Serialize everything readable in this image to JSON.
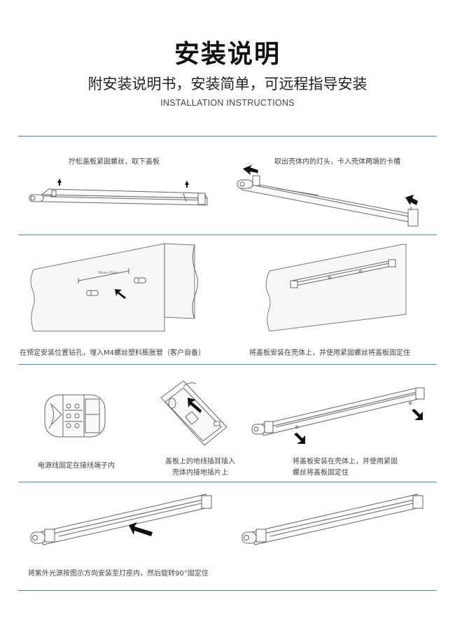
{
  "header": {
    "title": "安装说明",
    "subtitle": "附安装说明书，安装简单，可远程指导安装",
    "en_title": "INSTALLATION INSTRUCTIONS"
  },
  "steps": {
    "s1": "拧松盖板紧固螺丝，取下盖板",
    "s2": "取出壳体内的灯头，卡入壳体两端的卡槽",
    "s3": "在预定安装位置钻孔，埋入M4螺丝塑料膨胀管（客户自备）",
    "s4": "将盖板安装在壳体上，并使用紧固螺丝将盖板固定住",
    "s5": "电源线固定在接线端子内",
    "s6_line1": "盖板上的地线插耳插入",
    "s6_line2": "壳体内接地插片上",
    "s7_line1": "将盖板安装在壳体上，并使用紧固",
    "s7_line2": "螺丝将盖板固定住",
    "s8": "将紫外光源按图示方向安装至灯座内，然后旋转90°固定住"
  },
  "annotations": {
    "dimension": "50mm~55mm"
  },
  "colors": {
    "divider": "#3d87c7",
    "title": "#111111",
    "text": "#444444"
  }
}
